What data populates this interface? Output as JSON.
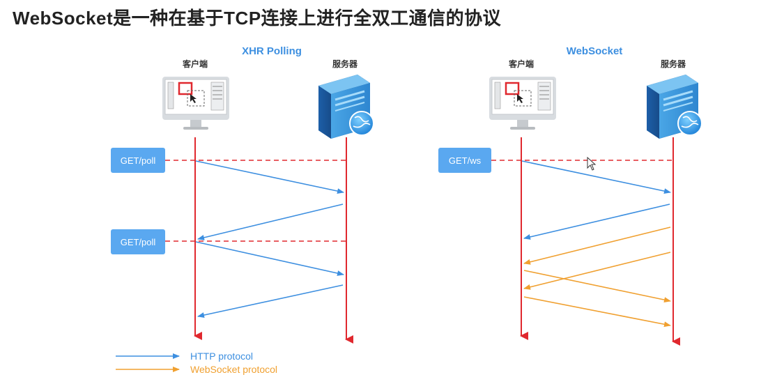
{
  "title": "WebSocket是一种在基于TCP连接上进行全双工通信的协议",
  "left": {
    "section_title": "XHR Polling",
    "client_label": "客户端",
    "server_label": "服务器",
    "request_1": "GET/poll",
    "request_2": "GET/poll"
  },
  "right": {
    "section_title": "WebSocket",
    "client_label": "客户端",
    "server_label": "服务器",
    "request_1": "GET/ws"
  },
  "legend": {
    "http_label": "HTTP protocol",
    "ws_label": "WebSocket protocol"
  },
  "colors": {
    "http": "#3d8fe0",
    "websocket": "#f0a030",
    "lifeline": "#e0282e",
    "button": "#5aa8f0"
  }
}
